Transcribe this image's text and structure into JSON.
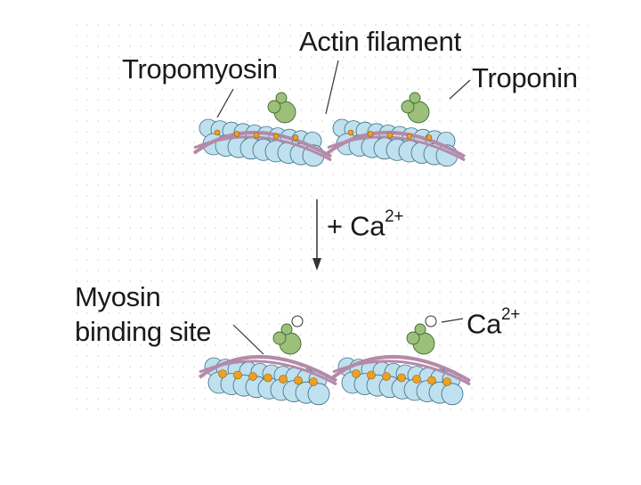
{
  "labels": {
    "actin_filament": "Actin filament",
    "tropomyosin": "Tropomyosin",
    "troponin": "Troponin",
    "step_plus": "+ Ca",
    "step_charge": "2+",
    "myosin_line1": "Myosin",
    "myosin_line2": "binding site",
    "ca": "Ca",
    "ca_charge": "2+"
  },
  "colors": {
    "actin_monomer": "#bfe0ee",
    "actin_outline": "#3c6f86",
    "tropomyosin_strand": "#b48aa8",
    "troponin": "#9cc07a",
    "troponin_outline": "#3f6a32",
    "binding_site": "#f0a020",
    "calcium_ion": "#ffffff",
    "grid_dot": "#c8c8c8"
  }
}
